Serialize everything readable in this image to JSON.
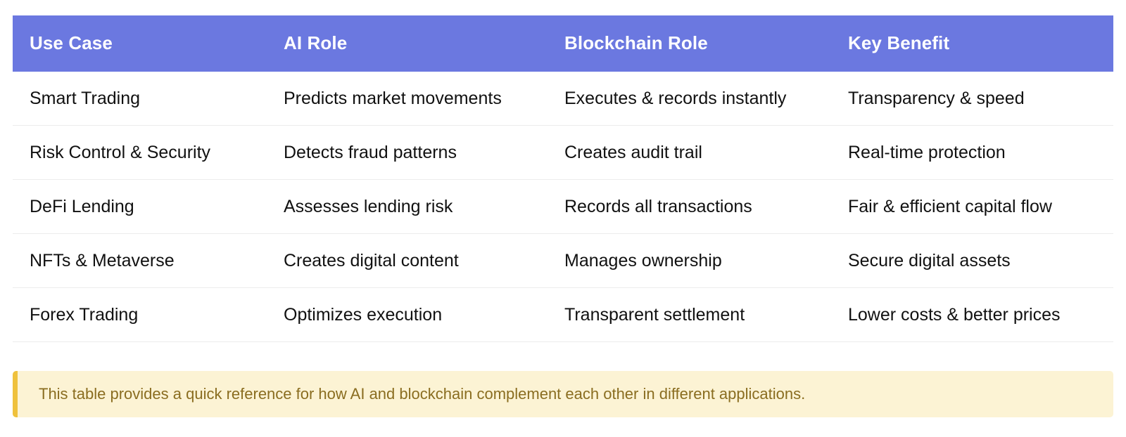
{
  "table": {
    "columns": [
      {
        "key": "use_case",
        "label": "Use Case"
      },
      {
        "key": "ai_role",
        "label": "AI Role"
      },
      {
        "key": "blockchain_role",
        "label": "Blockchain Role"
      },
      {
        "key": "key_benefit",
        "label": "Key Benefit"
      }
    ],
    "rows": [
      {
        "use_case": "Smart Trading",
        "ai_role": "Predicts market movements",
        "blockchain_role": "Executes & records instantly",
        "key_benefit": "Transparency & speed"
      },
      {
        "use_case": "Risk Control & Security",
        "ai_role": "Detects fraud patterns",
        "blockchain_role": "Creates audit trail",
        "key_benefit": "Real-time protection"
      },
      {
        "use_case": "DeFi Lending",
        "ai_role": "Assesses lending risk",
        "blockchain_role": "Records all transactions",
        "key_benefit": "Fair & efficient capital flow"
      },
      {
        "use_case": "NFTs & Metaverse",
        "ai_role": "Creates digital content",
        "blockchain_role": "Manages ownership",
        "key_benefit": "Secure digital assets"
      },
      {
        "use_case": "Forex Trading",
        "ai_role": "Optimizes execution",
        "blockchain_role": "Transparent settlement",
        "key_benefit": "Lower costs & better prices"
      }
    ]
  },
  "note": {
    "text": "This table provides a quick reference for how AI and blockchain complement each other in different applications."
  },
  "colors": {
    "header_background": "#6B78E0",
    "header_text": "#FFFFFF",
    "body_text": "#111111",
    "row_separator": "#ECECEC",
    "note_background": "#FCF3D4",
    "note_accent": "#EFC13C",
    "note_text": "#8A6D20",
    "page_background": "#FFFFFF"
  }
}
